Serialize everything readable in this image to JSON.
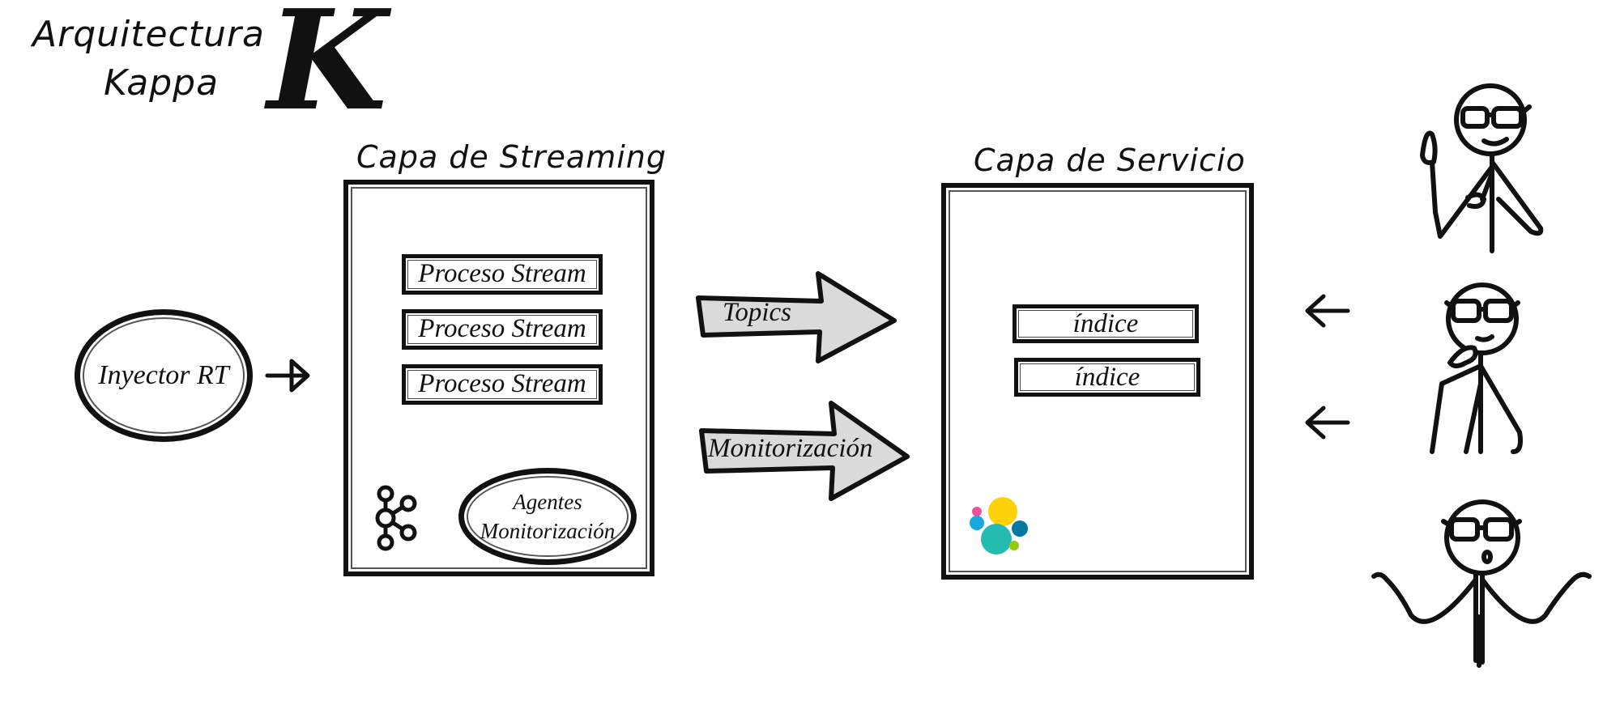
{
  "title": {
    "line1": "Arquitectura",
    "line2": "Kappa",
    "logo_letter": "K"
  },
  "injector": {
    "label": "Inyector RT"
  },
  "streaming_layer": {
    "title": "Capa de Streaming",
    "processes": [
      "Proceso Stream",
      "Proceso Stream",
      "Proceso Stream"
    ],
    "agents_line1": "Agentes",
    "agents_line2": "Monitorización",
    "icon": "kafka-icon"
  },
  "arrows": {
    "topics": "Topics",
    "monitoring": "Monitorización"
  },
  "service_layer": {
    "title": "Capa de Servicio",
    "indexes": [
      "índice",
      "índice"
    ],
    "icon": "elasticsearch-icon"
  },
  "users": {
    "icon": "stick-figure-icon"
  }
}
